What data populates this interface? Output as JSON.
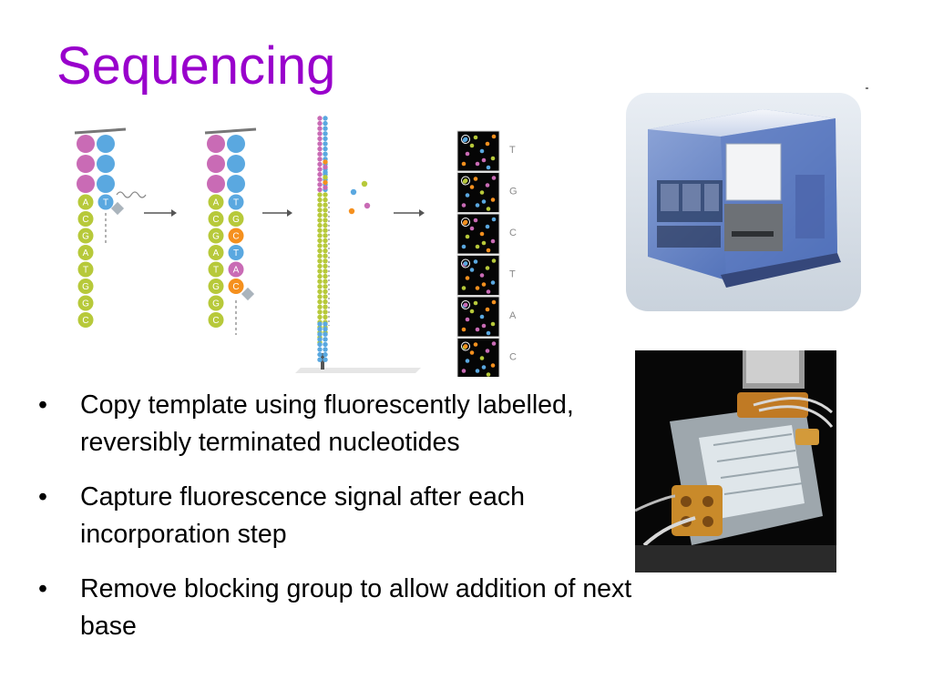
{
  "slide": {
    "title": "Sequencing",
    "title_color": "#9900cc",
    "bullet_symbol": "•",
    "bullets": [
      "Copy template using fluorescently labelled, reversibly terminated nucleotides",
      "Capture fluorescence signal after each incorporation step",
      "Remove blocking group to allow addition of next base"
    ]
  },
  "diagram": {
    "strand1_template": [
      "A",
      "C",
      "G",
      "A",
      "T",
      "G",
      "G",
      "C"
    ],
    "strand1_incoming": "T",
    "strand2_template": [
      "A",
      "C",
      "G",
      "A",
      "T",
      "G",
      "G",
      "C"
    ],
    "strand2_copied": [
      "T",
      "G",
      "C",
      "T",
      "A",
      "C"
    ],
    "read_sequence": [
      "T",
      "G",
      "C",
      "T",
      "A",
      "C"
    ],
    "colors": {
      "adapter_purple": "#c96bb5",
      "adapter_blue": "#5aa8e0",
      "template_green": "#b7c93a",
      "base_T": "#5aa8e0",
      "base_G": "#b7c93a",
      "base_C": "#f5901e",
      "base_A": "#c96bb5",
      "arrow": "#555555"
    }
  },
  "images": {
    "instrument": "sequencer-instrument-photo",
    "flowcell": "flow-cell-photo"
  }
}
